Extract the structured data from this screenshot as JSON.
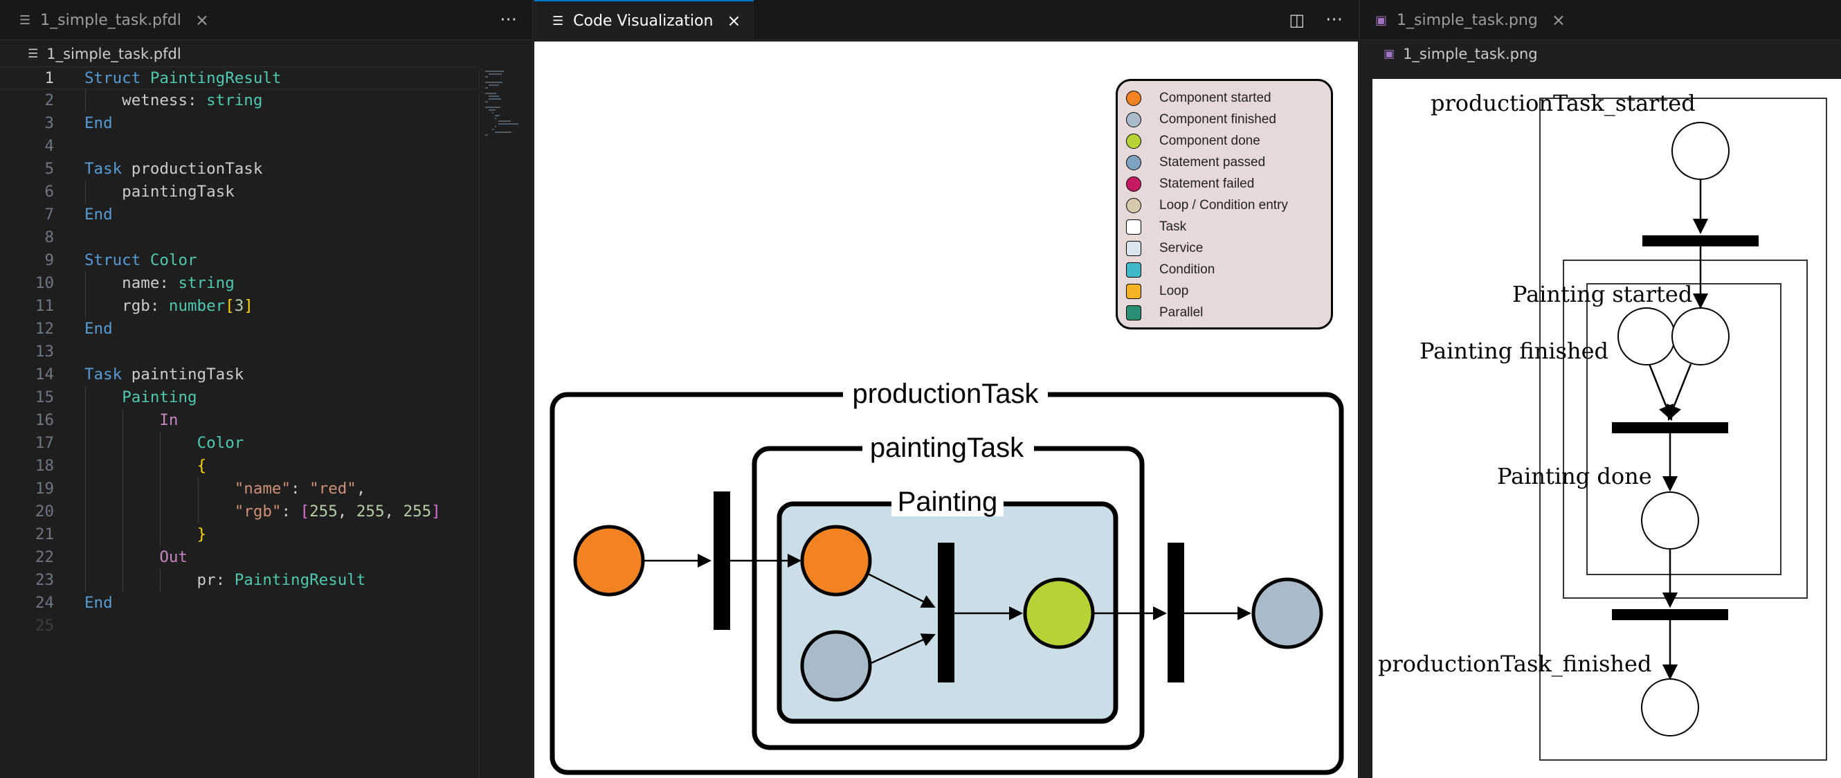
{
  "editor": {
    "tab_label": "1_simple_task.pfdl",
    "breadcrumb": "1_simple_task.pfdl",
    "lines": [
      {
        "n": "1",
        "cur": true,
        "t": [
          [
            "kw",
            "Struct"
          ],
          [
            "",
            " "
          ],
          [
            "ty",
            "PaintingResult"
          ]
        ]
      },
      {
        "n": "2",
        "t": [
          [
            "",
            "    wetness: "
          ],
          [
            "ty",
            "string"
          ]
        ]
      },
      {
        "n": "3",
        "t": [
          [
            "kw",
            "End"
          ]
        ]
      },
      {
        "n": "4",
        "t": []
      },
      {
        "n": "5",
        "t": [
          [
            "kw",
            "Task"
          ],
          [
            "",
            " productionTask"
          ]
        ]
      },
      {
        "n": "6",
        "t": [
          [
            "",
            "    paintingTask"
          ]
        ]
      },
      {
        "n": "7",
        "t": [
          [
            "kw",
            "End"
          ]
        ]
      },
      {
        "n": "8",
        "t": []
      },
      {
        "n": "9",
        "t": [
          [
            "kw",
            "Struct"
          ],
          [
            "",
            " "
          ],
          [
            "ty",
            "Color"
          ]
        ]
      },
      {
        "n": "10",
        "t": [
          [
            "",
            "    name: "
          ],
          [
            "ty",
            "string"
          ]
        ]
      },
      {
        "n": "11",
        "t": [
          [
            "",
            "    rgb: "
          ],
          [
            "ty",
            "number"
          ],
          [
            "br1",
            "["
          ],
          [
            "num",
            "3"
          ],
          [
            "br1",
            "]"
          ]
        ]
      },
      {
        "n": "12",
        "t": [
          [
            "kw",
            "End"
          ]
        ]
      },
      {
        "n": "13",
        "t": []
      },
      {
        "n": "14",
        "t": [
          [
            "kw",
            "Task"
          ],
          [
            "",
            " paintingTask"
          ]
        ]
      },
      {
        "n": "15",
        "t": [
          [
            "",
            "    "
          ],
          [
            "ty",
            "Painting"
          ]
        ]
      },
      {
        "n": "16",
        "t": [
          [
            "",
            "        "
          ],
          [
            "ctl",
            "In"
          ]
        ]
      },
      {
        "n": "17",
        "t": [
          [
            "",
            "            "
          ],
          [
            "ty",
            "Color"
          ]
        ]
      },
      {
        "n": "18",
        "t": [
          [
            "",
            "            "
          ],
          [
            "br1",
            "{"
          ]
        ]
      },
      {
        "n": "19",
        "t": [
          [
            "",
            "                "
          ],
          [
            "str",
            "\"name\""
          ],
          [
            "",
            ": "
          ],
          [
            "str",
            "\"red\""
          ],
          [
            "",
            ","
          ]
        ]
      },
      {
        "n": "20",
        "t": [
          [
            "",
            "                "
          ],
          [
            "str",
            "\"rgb\""
          ],
          [
            "",
            ": "
          ],
          [
            "br2",
            "["
          ],
          [
            "num",
            "255"
          ],
          [
            "",
            ", "
          ],
          [
            "num",
            "255"
          ],
          [
            "",
            ", "
          ],
          [
            "num",
            "255"
          ],
          [
            "br2",
            "]"
          ]
        ]
      },
      {
        "n": "21",
        "t": [
          [
            "",
            "            "
          ],
          [
            "br1",
            "}"
          ]
        ]
      },
      {
        "n": "22",
        "t": [
          [
            "",
            "        "
          ],
          [
            "ctl",
            "Out"
          ]
        ]
      },
      {
        "n": "23",
        "t": [
          [
            "",
            "            pr: "
          ],
          [
            "ty",
            "PaintingResult"
          ]
        ]
      },
      {
        "n": "24",
        "t": [
          [
            "kw",
            "End"
          ]
        ]
      },
      {
        "n": "25",
        "dim": true,
        "t": []
      }
    ]
  },
  "viz": {
    "tab_label": "Code Visualization",
    "legend": [
      {
        "label": "Component started",
        "color": "#f28322",
        "shape": "circle"
      },
      {
        "label": "Component finished",
        "color": "#a9bac9",
        "shape": "circle"
      },
      {
        "label": "Component done",
        "color": "#b5d334",
        "shape": "circle"
      },
      {
        "label": "Statement passed",
        "color": "#7ea3c2",
        "shape": "circle"
      },
      {
        "label": "Statement failed",
        "color": "#c51b63",
        "shape": "circle"
      },
      {
        "label": "Loop / Condition entry",
        "color": "#d6c8ad",
        "shape": "circle"
      },
      {
        "label": "Task",
        "color": "#ffffff",
        "shape": "sq"
      },
      {
        "label": "Service",
        "color": "#d9e6ee",
        "shape": "sq"
      },
      {
        "label": "Condition",
        "color": "#3fb9c7",
        "shape": "sq"
      },
      {
        "label": "Loop",
        "color": "#f5b324",
        "shape": "sq"
      },
      {
        "label": "Parallel",
        "color": "#2a8f74",
        "shape": "sq"
      }
    ],
    "cluster_production": "productionTask",
    "cluster_painting_task": "paintingTask",
    "cluster_painting": "Painting"
  },
  "image": {
    "tab_label": "1_simple_task.png",
    "breadcrumb": "1_simple_task.png",
    "label_started": "productionTask_started",
    "label_painting_started": "Painting started",
    "label_painting_finished": "Painting finished",
    "label_painting_done": "Painting done",
    "label_finished": "productionTask_finished"
  }
}
